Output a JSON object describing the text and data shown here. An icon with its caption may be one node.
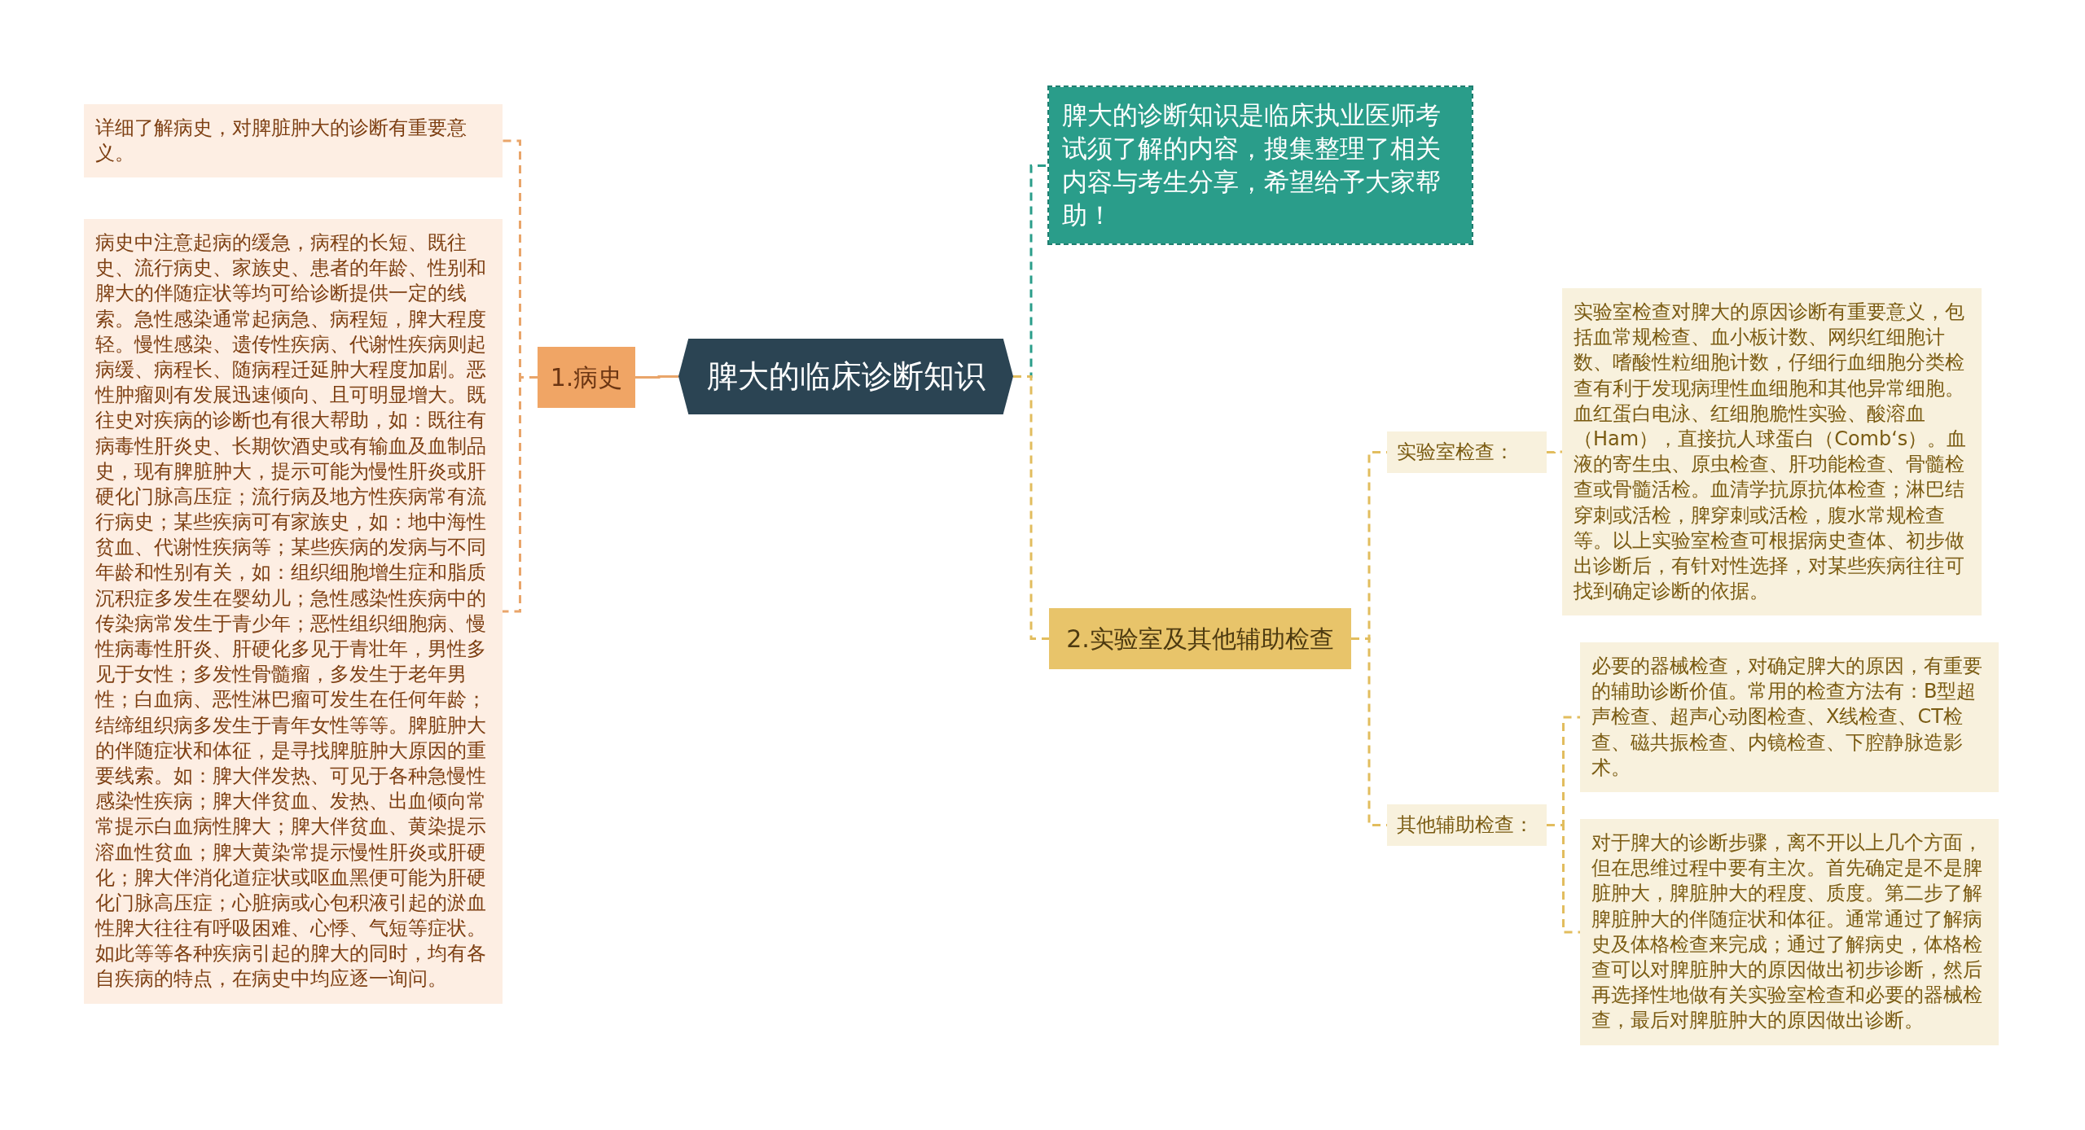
{
  "diagram": {
    "nodes": [
      {
        "text": [
          "脾大的临床诊断知识"
        ]
      },
      {
        "text": [
          "1.病史"
        ]
      },
      {
        "text": [
          "详细了解病史，对脾脏肿大的诊断有重要意义。"
        ]
      },
      {
        "text": [
          "病史中注意起病的缓急，病程的长短、既往史、流行病史、家族史、患者的年龄、性别和脾大的伴随症状等均可给诊断提供一定的线索。急性感染通常起病急、病程短，脾大程度轻。慢性感染、遗传性疾病、代谢性疾病则起病缓、病程长、随病程迁延肿大程度加剧。恶性肿瘤则有发展迅速倾向、且可明显增大。既往史对疾病的诊断也有很大帮助，如：既往有病毒性肝炎史、长期饮酒史或有输血及血制品史，现有脾脏肿大，提示可能为慢性肝炎或肝硬化门脉高压症；流行病及地方性疾病常有流行病史；某些疾病可有家族史，如：地中海性贫血、代谢性疾病等；某些疾病的发病与不同年龄和性别有关，如：组织细胞增生症和脂质沉积症多发生在婴幼儿；急性感染性疾病中的传染病常发生于青少年；恶性组织细胞病、慢性病毒性肝炎、肝硬化多见于青壮年，男性多见于女性；多发性骨髓瘤，多发生于老年男性；白血病、恶性淋巴瘤可发生在任何年龄；结缔组织病多发生于青年女性等等。脾脏肿大的伴随症状和体征，是寻找脾脏肿大原因的重要线索。如：脾大伴发热、可见于各种急慢性感染性疾病；脾大伴贫血、发热、出血倾向常常提示白血病性脾大；脾大伴贫血、黄染提示溶血性贫血；脾大黄染常提示慢性肝炎或肝硬化；脾大伴消化道症状或呕血黑便可能为肝硬化门脉高压症；心脏病或心包积液引起的淤血性脾大往往有呼吸困难、心悸、气短等症状。如此等等各种疾病引起的脾大的同时，均有各自疾病的特点，在病史中均应逐一询问。"
        ]
      },
      {
        "text": [
          "脾大的诊断知识是临床执业医师考试须了解的内容，搜集整理了相关内容与考生分享，希望给予大家帮助！"
        ]
      },
      {
        "text": [
          "2.实验室及其他辅助检查"
        ]
      },
      {
        "text": [
          "实验室检查："
        ]
      },
      {
        "text": [
          "实验室检查对脾大的原因诊断有重要意义，包括血常规检查、血小板计数、网织红细胞计数、嗜酸性粒细胞计数，仔细行血细胞分类检查有利于发现病理性血细胞和其他异常细胞。血红蛋白电泳、红细胞脆性实验、酸溶血（Ham），直接抗人球蛋白（Comb‘s）。血液的寄生虫、原虫检查、肝功能检查、骨髓检查或骨髓活检。血清学抗原抗体检查；淋巴结穿刺或活检，脾穿刺或活检，腹水常规检查等。以上实验室检查可根据病史查体、初步做出诊断后，有针对性选择，对某些疾病往往可找到确定诊断的依据。"
        ]
      },
      {
        "text": [
          "其他辅助检查："
        ]
      },
      {
        "text": [
          "必要的器械检查，对确定脾大的原因，有重要的辅助诊断价值。常用的检查方法有：B型超声检查、超声心动图检查、X线检查、CT检查、磁共振检查、内镜检查、下腔静脉造影术。"
        ]
      },
      {
        "text": [
          "对于脾大的诊断步骤，离不开以上几个方面，但在思维过程中要有主次。首先确定是不是脾脏肿大，脾脏肿大的程度、质度。第二步了解脾脏肿大的伴随症状和体征。通常通过了解病史及体格检查来完成；通过了解病史，体格检查可以对脾脏肿大的原因做出初步诊断，然后再选择性地做有关实验室检查和必要的器械检查，最后对脾脏肿大的原因做出诊断。"
        ]
      }
    ],
    "edges": [
      {
        "from": 0,
        "to": 1,
        "arrow": "none",
        "color": "#e9a56a"
      },
      {
        "from": 1,
        "to": 2,
        "arrow": "none",
        "style": "dashed",
        "color": "#e9a56a"
      },
      {
        "from": 1,
        "to": 3,
        "arrow": "none",
        "style": "dashed",
        "color": "#e9a56a"
      },
      {
        "from": 0,
        "to": 4,
        "arrow": "none",
        "style": "dashed",
        "color": "#2a9d8a"
      },
      {
        "from": 0,
        "to": 5,
        "arrow": "none",
        "style": "dashed"
      },
      {
        "from": 5,
        "to": 6,
        "arrow": "none",
        "style": "dashed"
      },
      {
        "from": 6,
        "to": 7,
        "arrow": "none",
        "style": "dashed"
      },
      {
        "from": 5,
        "to": 8,
        "arrow": "none",
        "style": "dashed"
      },
      {
        "from": 8,
        "to": 9,
        "arrow": "none",
        "style": "dashed"
      },
      {
        "from": 8,
        "to": 10,
        "arrow": "none",
        "style": "dashed"
      }
    ]
  }
}
